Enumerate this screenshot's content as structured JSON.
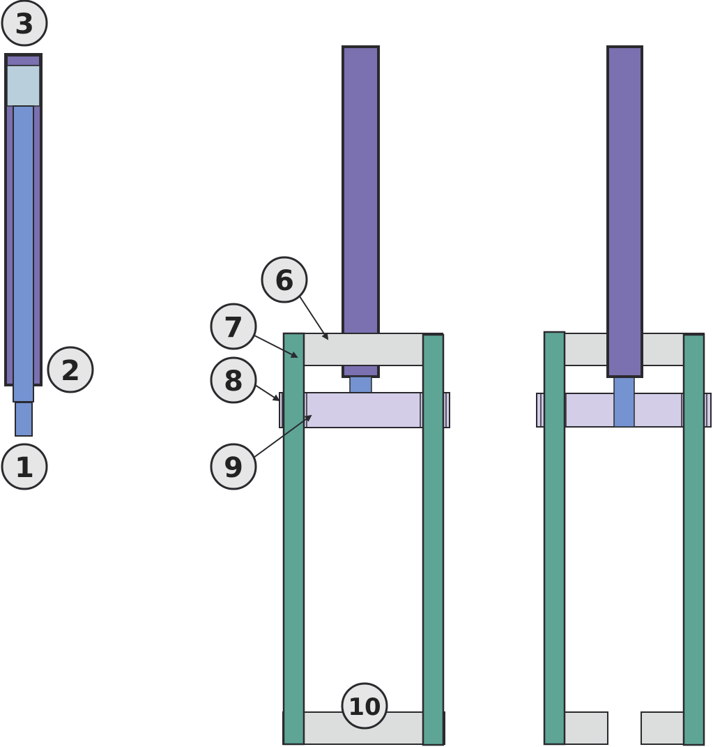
{
  "colors": {
    "outline": "#2a2a2e",
    "purple_tube": "#7b70b0",
    "blue_rod": "#7593d1",
    "light_blue_cap": "#b9cfdc",
    "lavender_crown": "#d3cde8",
    "light_gray": "#dcdedd",
    "green_leg": "#5ea596",
    "callout_fill": "#e6e6e6"
  },
  "callouts": {
    "c1": "1",
    "c2": "2",
    "c3": "3",
    "c6": "6",
    "c7": "7",
    "c8": "8",
    "c9": "9",
    "c10": "10"
  }
}
